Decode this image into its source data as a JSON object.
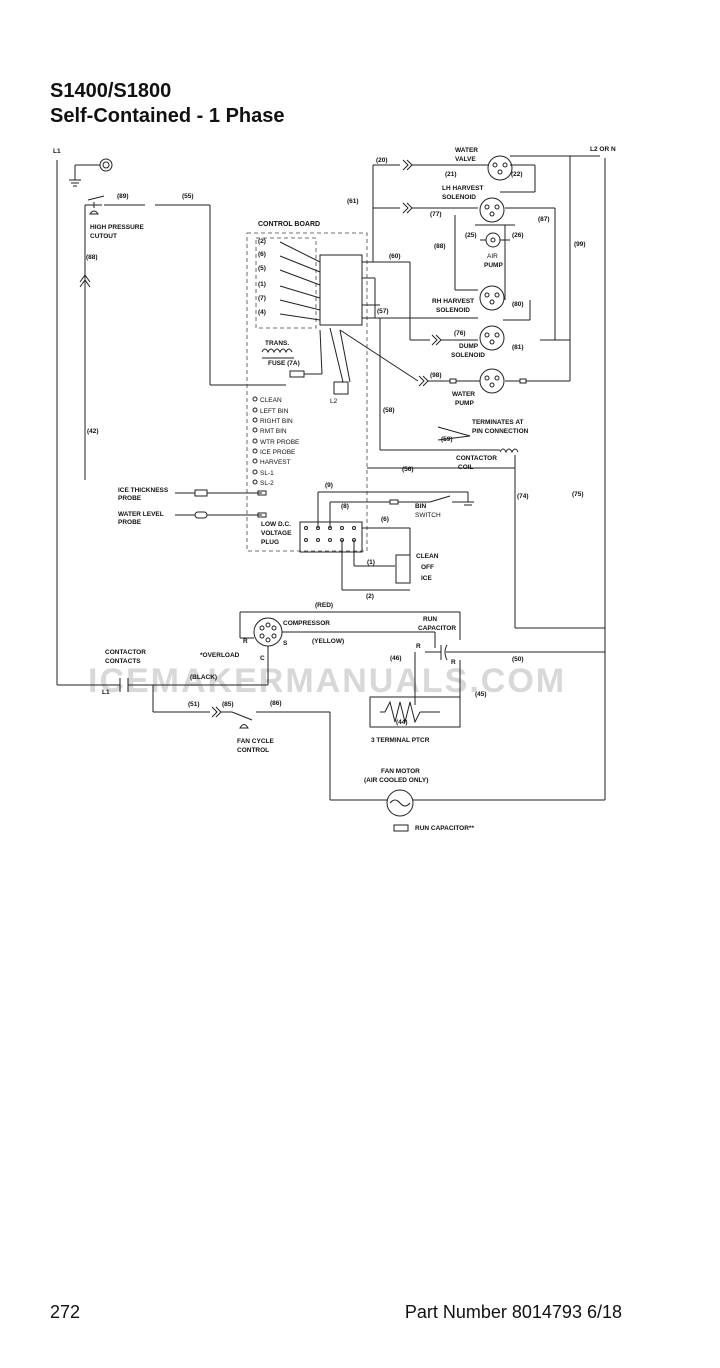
{
  "header": {
    "title_line1": "S1400/S1800",
    "title_line2": "Self-Contained - 1 Phase"
  },
  "footer": {
    "page_number": "272",
    "part_number": "Part Number 8014793 6/18"
  },
  "watermark": "ICEMAKERMANUALS.COM",
  "diagram": {
    "labels": {
      "l1": "L1",
      "l2n": "L2 OR N",
      "hp1": "HIGH PRESSURE",
      "hp2": "CUTOUT",
      "cb": "CONTROL BOARD",
      "trans": "TRANS.",
      "fuse": "FUSE (7A)",
      "l2": "L2",
      "wv1": "WATER",
      "wv2": "VALVE",
      "lh1": "LH HARVEST",
      "lh2": "SOLENOID",
      "ap1": "AIR",
      "ap2": "PUMP",
      "rh1": "RH HARVEST",
      "rh2": "SOLENOID",
      "ds1": "DUMP",
      "ds2": "SOLENOID",
      "wp1": "WATER",
      "wp2": "PUMP",
      "term1": "TERMINATES AT",
      "term2": "PIN CONNECTION",
      "cc1": "CONTACTOR",
      "cc2": "COIL",
      "itp1": "ICE THICKNESS",
      "itp2": "PROBE",
      "wlp1": "WATER LEVEL",
      "wlp2": "PROBE",
      "bin1": "BIN",
      "bin2": "SWITCH",
      "ldv1": "LOW D.C.",
      "ldv2": "VOLTAGE",
      "ldv3": "PLUG",
      "co1": "CLEAN",
      "co2": "OFF",
      "co3": "ICE",
      "red": "(RED)",
      "yellow": "(YELLOW)",
      "black": "(BLACK)",
      "comp": "COMPRESSOR",
      "overload": "*OVERLOAD",
      "rc1": "RUN",
      "rc2": "CAPACITOR",
      "ccon1": "CONTACTOR",
      "ccon2": "CONTACTS",
      "ccl1": "L1",
      "fcc1": "FAN CYCLE",
      "fcc2": "CONTROL",
      "ptcr": "3 TERMINAL PTCR",
      "fm1": "FAN MOTOR",
      "fm2": "(AIR COOLED ONLY)",
      "runcap2": "RUN CAPACITOR**",
      "r": "R",
      "s": "S",
      "c": "C"
    },
    "leds": [
      "CLEAN",
      "LEFT BIN",
      "RIGHT BIN",
      "RMT BIN",
      "WTR PROBE",
      "ICE PROBE",
      "HARVEST",
      "SL-1",
      "SL-2"
    ],
    "board_pins": [
      "(2)",
      "(6)",
      "(5)",
      "(1)",
      "(7)",
      "(4)"
    ],
    "wires": {
      "w20": "(20)",
      "w21": "(21)",
      "w22": "(22)",
      "w61": "(61)",
      "w77": "(77)",
      "w87": "(87)",
      "w99": "(99)",
      "w88a": "(88)",
      "w25": "(25)",
      "w26": "(26)",
      "w89": "(89)",
      "w55": "(55)",
      "w88": "(88)",
      "w60": "(60)",
      "w80": "(80)",
      "w57": "(57)",
      "w76": "(76)",
      "w81": "(81)",
      "w98": "(98)",
      "w58": "(58)",
      "w59": "(59)",
      "w56": "(56)",
      "w42": "(42)",
      "w74": "(74)",
      "w75": "(75)",
      "w9": "(9)",
      "w8": "(8)",
      "w6": "(6)",
      "w1": "(1)",
      "w2": "(2)",
      "w46": "(46)",
      "w50": "(50)",
      "w45": "(45)",
      "w44": "(44)",
      "w51": "(51)",
      "w85": "(85)",
      "w86": "(86)"
    }
  }
}
